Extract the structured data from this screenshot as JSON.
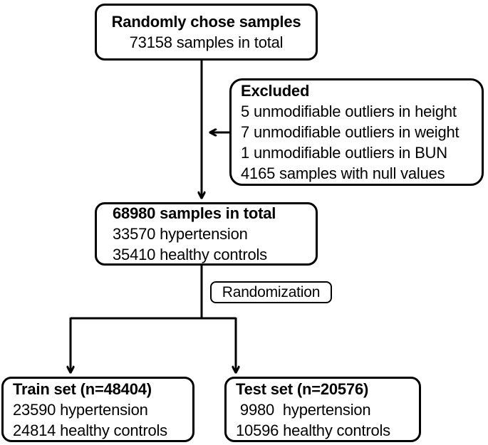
{
  "diagram": {
    "title": "Sample selection and train/test split flowchart",
    "stroke_color": "#000000",
    "background_color": "#ffffff",
    "nodes": {
      "top": {
        "heading": "Randomly chose samples",
        "line2": "73158 samples in total"
      },
      "excluded": {
        "heading": "Excluded",
        "line2": "5 unmodifiable outliers in height",
        "line3": "7 unmodifiable outliers in weight",
        "line4": "1 unmodifiable outliers in BUN",
        "line5": "4165 samples with null values"
      },
      "middle": {
        "heading": "68980 samples in total",
        "line2": "33570 hypertension",
        "line3": "35410 healthy controls"
      },
      "randomization": {
        "label": "Randomization"
      },
      "train": {
        "heading": "Train set (n=48404)",
        "line2": "23590 hypertension",
        "line3": "24814 healthy controls"
      },
      "test": {
        "heading": "Test set (n=20576)",
        "line2": " 9980  hypertension",
        "line3": "10596 healthy controls"
      }
    }
  }
}
